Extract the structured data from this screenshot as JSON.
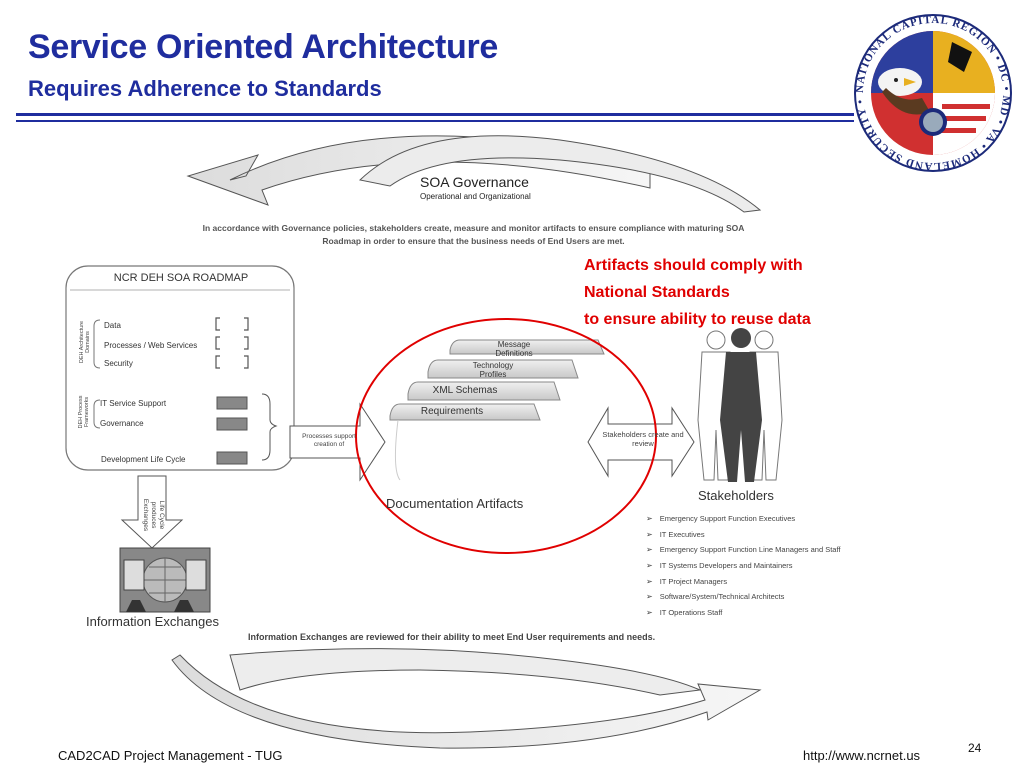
{
  "header": {
    "title": "Service Oriented Architecture",
    "subtitle": "Requires Adherence to Standards"
  },
  "seal": {
    "ring_text": "NATIONAL CAPITAL REGION • DC • MD • VA • HOMELAND SECURITY •"
  },
  "governance": {
    "title": "SOA Governance",
    "subtitle": "Operational and Organizational",
    "description": "In accordance with  Governance policies, stakeholders create, measure and monitor artifacts to ensure compliance with maturing SOA Roadmap in order to ensure that the business needs of End Users are met."
  },
  "note": {
    "line1": "Artifacts should comply with",
    "line2": "National Standards",
    "line3": "to ensure ability to reuse data"
  },
  "roadmap": {
    "title": "NCR DEH SOA ROADMAP",
    "group1_label": "DEH Architecture Domains",
    "group1_items": [
      "Data",
      "Processes / Web Services",
      "Security"
    ],
    "group2_label": "DEH Process Frameworks",
    "group2_items": [
      "IT Service Support",
      "Governance"
    ],
    "footer_item": "Development Life Cycle"
  },
  "arrows": {
    "processes": "Processes support creation of",
    "stakeholders": "Stakeholders create and review",
    "lifecycle": "Life Cycle produces Exchanges"
  },
  "artifacts": {
    "tabs": [
      "Message Definitions",
      "Technology Profiles",
      "XML Schemas",
      "Requirements"
    ],
    "title": "Documentation Artifacts"
  },
  "stakeholders": {
    "title": "Stakeholders",
    "items": [
      "Emergency Support Function Executives",
      "IT Executives",
      "Emergency Support Function Line Managers and Staff",
      "IT Systems Developers and Maintainers",
      "IT Project Managers",
      "Software/System/Technical Architects",
      "IT Operations Staff"
    ]
  },
  "exchanges": {
    "title": "Information Exchanges",
    "description": "Information Exchanges are reviewed for their ability to meet End User requirements and needs."
  },
  "footer": {
    "left": "CAD2CAD Project Management - TUG",
    "right": "http://www.ncrnet.us",
    "page": "24"
  },
  "colors": {
    "title": "#1f2d9e",
    "note": "#e00000",
    "circle": "#e00000"
  }
}
